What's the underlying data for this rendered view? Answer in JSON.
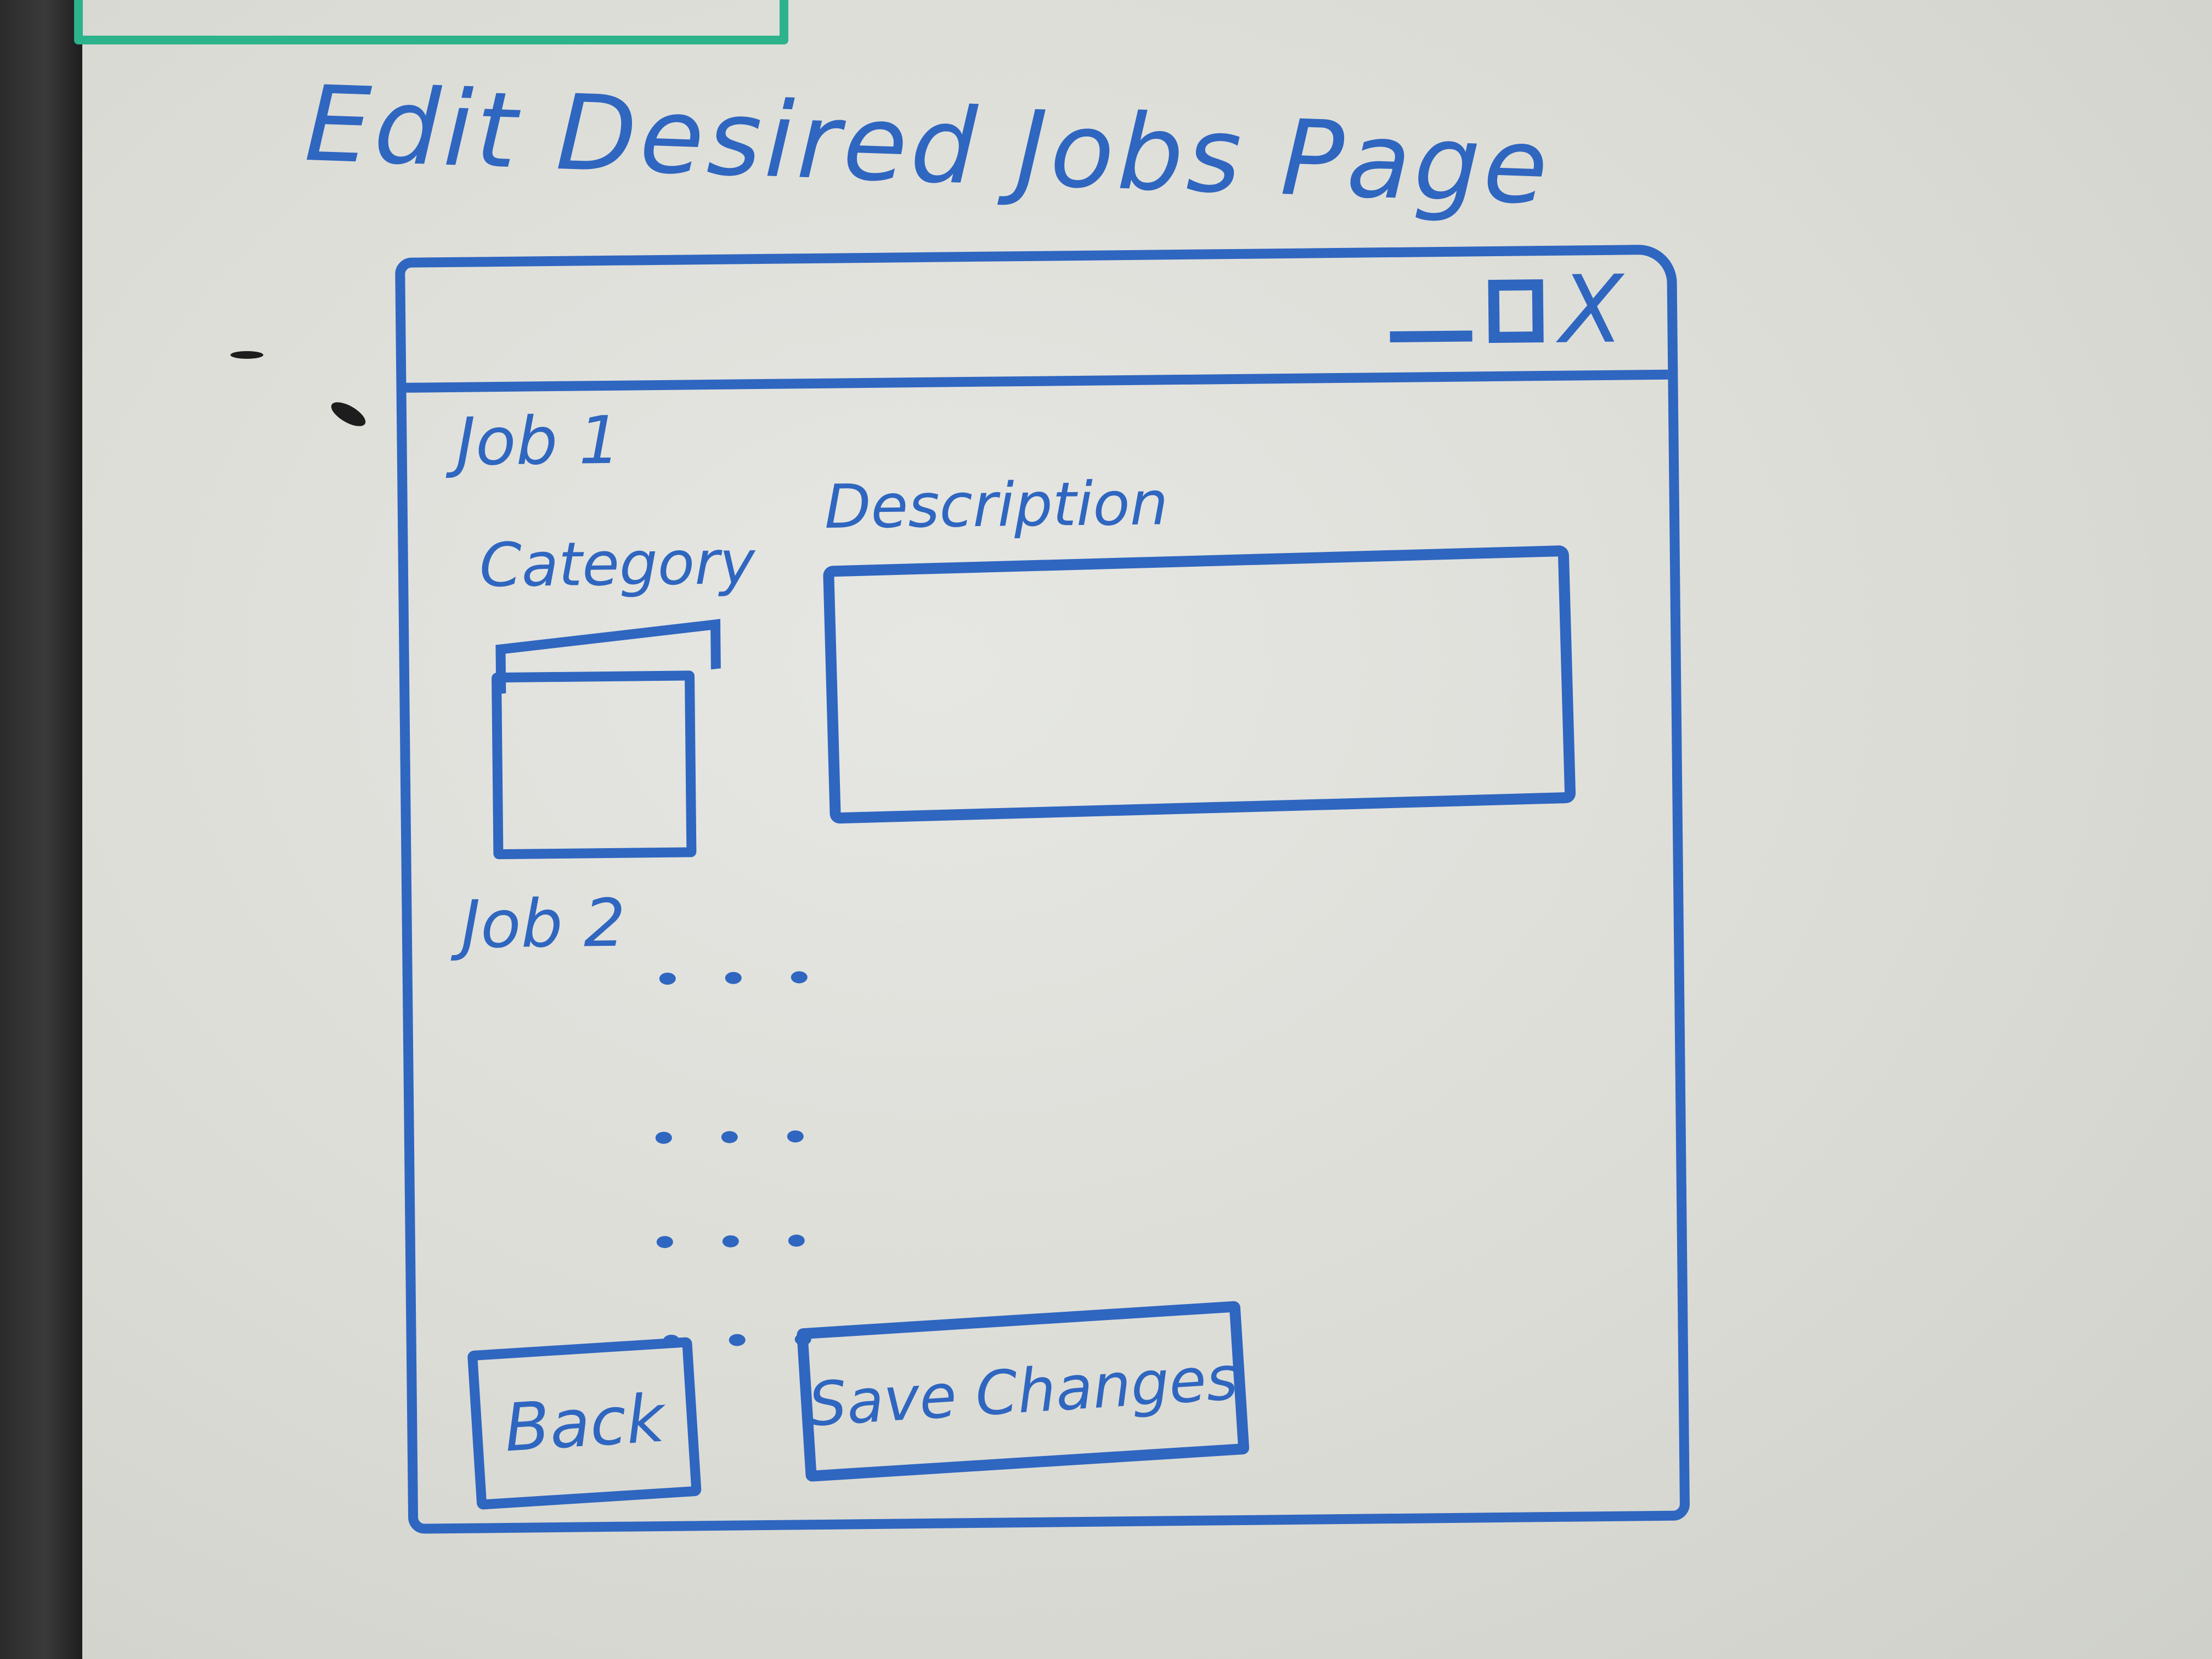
{
  "sketch": {
    "title": "Edit Desired Jobs Page"
  },
  "window": {
    "controls": {
      "minimize_icon": "minimize-icon",
      "maximize_icon": "maximize-icon",
      "close_label": "X"
    },
    "jobs": [
      {
        "label": "Job 1"
      },
      {
        "label": "Job 2"
      }
    ],
    "category_label": "Category",
    "description_label": "Description",
    "buttons": {
      "back": "Back",
      "save": "Save Changes"
    }
  },
  "colors": {
    "ink": "#2f66c0",
    "frame_marker": "#2cb38c",
    "board": "#dcdcd6"
  }
}
